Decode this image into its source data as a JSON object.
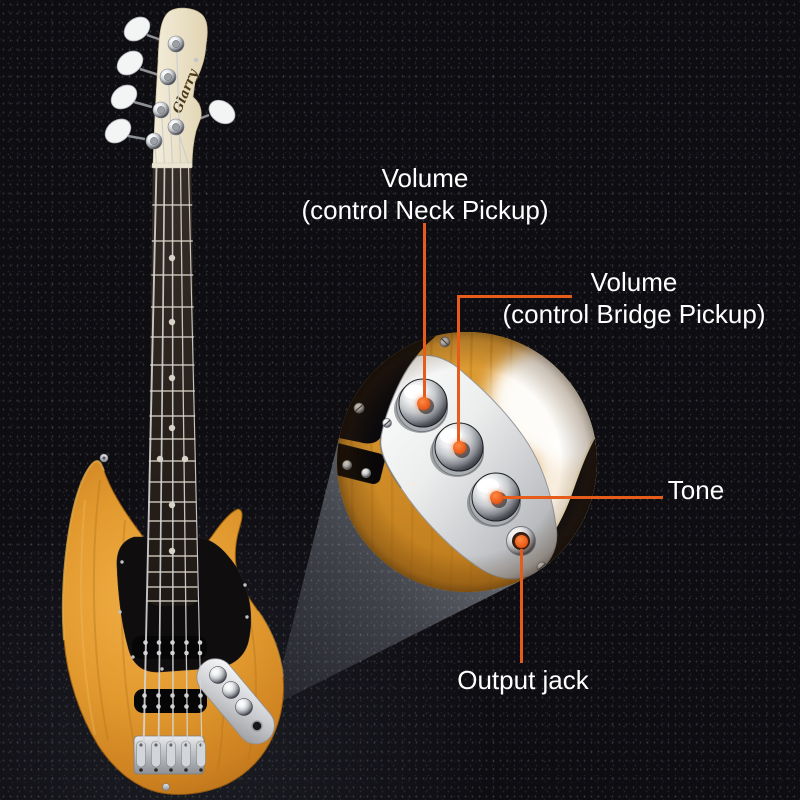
{
  "brand": {
    "headstock_logo": "Glarry"
  },
  "colors": {
    "background": "#0d0d12",
    "callout_line": "#e55c1b",
    "callout_dot": "#ef6722",
    "label_text": "#ffffff",
    "body_wood": "#e0952c",
    "pickguard": "#100d0e",
    "control_plate": "#d9dadc"
  },
  "callouts": [
    {
      "id": "neck-pickup-volume",
      "line1": "Volume",
      "line2": "(control Neck Pickup)"
    },
    {
      "id": "bridge-pickup-volume",
      "line1": "Volume",
      "line2": "(control Bridge Pickup)"
    },
    {
      "id": "tone",
      "line1": "Tone"
    },
    {
      "id": "output-jack",
      "line1": "Output jack"
    }
  ]
}
